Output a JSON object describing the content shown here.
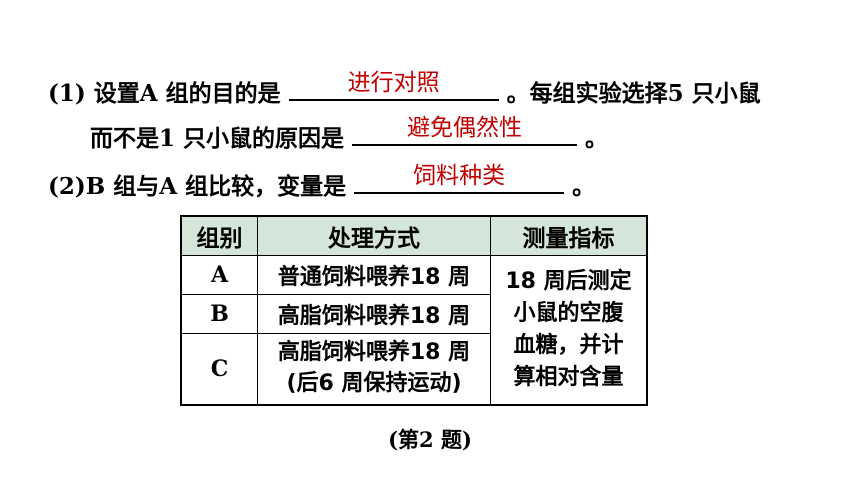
{
  "q1": {
    "line1_prefix": "(1) 设置A 组的目的是",
    "line1_answer": "进行对照",
    "line1_suffix": "。每组实验选择5 只小鼠",
    "line2_prefix": "而不是1 只小鼠的原因是",
    "line2_answer": "避免偶然性",
    "line2_suffix": "。"
  },
  "q2": {
    "prefix": "(2)B 组与A 组比较，变量是",
    "answer": "饲料种类",
    "suffix": "。"
  },
  "table": {
    "headers": [
      "组别",
      "处理方式",
      "测量指标"
    ],
    "rows": [
      {
        "group": "A",
        "treatment": "普通饲料喂养18 周"
      },
      {
        "group": "B",
        "treatment": "高脂饲料喂养18 周"
      },
      {
        "group": "C",
        "treatment": "高脂饲料喂养18 周",
        "treatment_line2": "(后6 周保持运动)"
      }
    ],
    "measure_lines": [
      "18 周后测定",
      "小鼠的空腹",
      "血糖，并计",
      "算相对含量"
    ]
  },
  "caption": "(第2 题)",
  "colors": {
    "answer": "#c00000",
    "header_bg": "#d4e6d9"
  }
}
